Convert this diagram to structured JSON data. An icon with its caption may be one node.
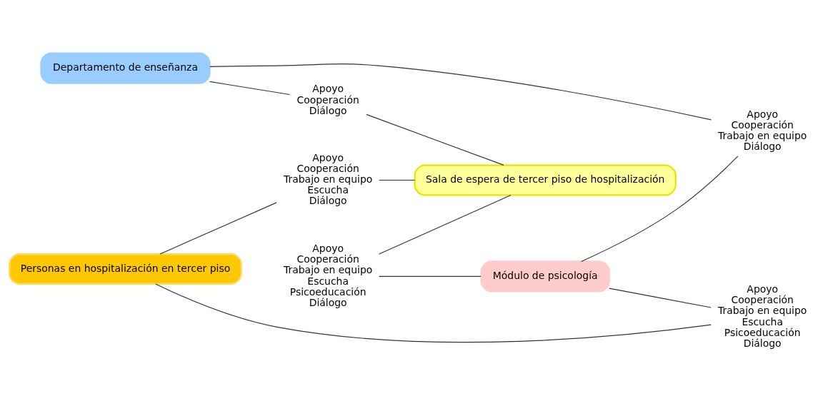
{
  "diagram": {
    "nodes": [
      {
        "text": [
          "Departamento de enseñanza"
        ]
      },
      {
        "text": [
          "Sala de espera de tercer piso de hospitalización"
        ]
      },
      {
        "text": [
          "Módulo de psicología"
        ]
      },
      {
        "text": [
          "Personas en hospitalización en tercer piso"
        ]
      },
      {
        "text": [
          "Apoyo",
          "Cooperación",
          "Diálogo"
        ]
      },
      {
        "text": [
          "Apoyo",
          "Cooperación",
          "Trabajo en equipo",
          "Diálogo"
        ]
      },
      {
        "text": [
          "Apoyo",
          "Cooperación",
          "Trabajo en equipo",
          "Escucha",
          "Psicoeducación",
          "Diálogo"
        ]
      },
      {
        "text": [
          "Apoyo",
          "Cooperación",
          "Trabajo en equipo",
          "Escucha",
          "Diálogo"
        ]
      },
      {
        "text": [
          "Apoyo",
          "Cooperación",
          "Trabajo en equipo",
          "Escucha",
          "Psicoeducación",
          "Diálogo"
        ]
      }
    ],
    "edges": [
      {
        "from": 0,
        "to": 4,
        "arrow": "none"
      },
      {
        "from": 4,
        "to": 1,
        "arrow": "none"
      },
      {
        "from": 0,
        "to": 5,
        "arrow": "none"
      },
      {
        "from": 5,
        "to": 2,
        "arrow": "none"
      },
      {
        "from": 1,
        "to": 6,
        "arrow": "none"
      },
      {
        "from": 6,
        "to": 2,
        "arrow": "none"
      },
      {
        "from": 1,
        "to": 7,
        "arrow": "none"
      },
      {
        "from": 7,
        "to": 3,
        "arrow": "none"
      },
      {
        "from": 2,
        "to": 8,
        "arrow": "none"
      },
      {
        "from": 8,
        "to": 3,
        "arrow": "none"
      }
    ]
  }
}
